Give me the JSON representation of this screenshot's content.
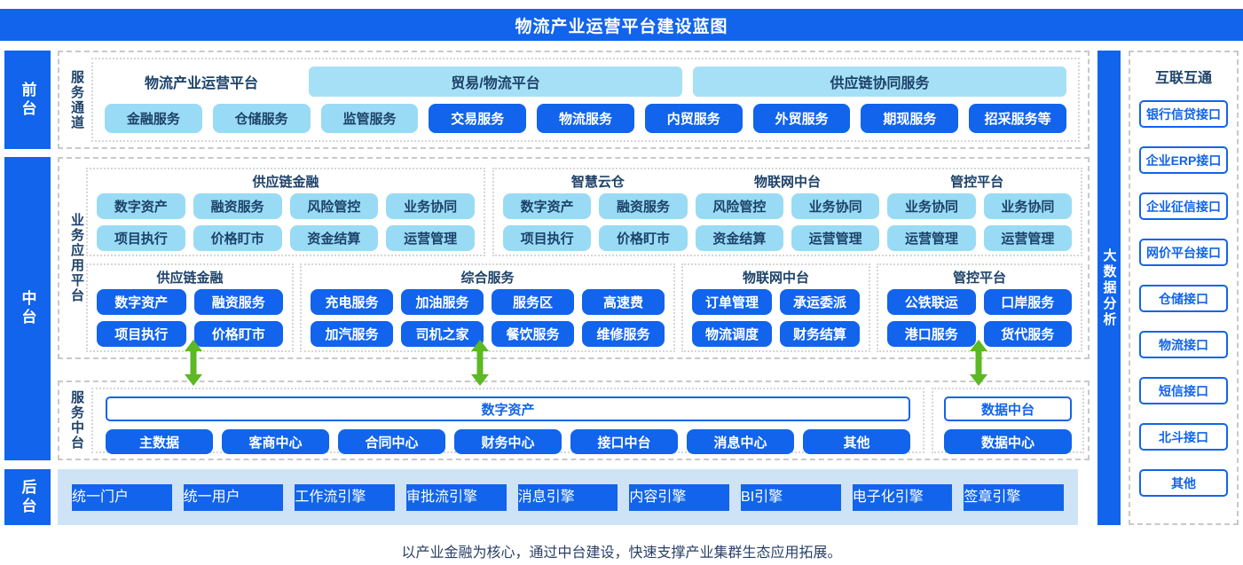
{
  "title": "物流产业运营平台建设蓝图",
  "footer": "以产业金融为核心，通过中台建设，快速支撑产业集群生态应用拓展。",
  "colors": {
    "primary_blue": "#1164eb",
    "light_blue_chip": "#99dbf5",
    "light_blue_bar": "#a6e0f6",
    "navy_text": "#1d4269",
    "backend_band": "#cfe3f7",
    "green_arrow": "#5cb823"
  },
  "left_rail": {
    "front": "前台",
    "middle": "中台",
    "back": "后台"
  },
  "front_section": {
    "label": "服务通道",
    "row1": [
      {
        "text": "物流产业运营平台",
        "style": "plain"
      },
      {
        "text": "贸易/物流平台",
        "style": "bar"
      },
      {
        "text": "供应链协同服务",
        "style": "bar"
      }
    ],
    "row2": [
      {
        "text": "金融服务",
        "style": "light"
      },
      {
        "text": "仓储服务",
        "style": "light"
      },
      {
        "text": "监管服务",
        "style": "light"
      },
      {
        "text": "交易服务",
        "style": "dark"
      },
      {
        "text": "物流服务",
        "style": "dark"
      },
      {
        "text": "内贸服务",
        "style": "dark"
      },
      {
        "text": "外贸服务",
        "style": "dark"
      },
      {
        "text": "期现服务",
        "style": "dark"
      },
      {
        "text": "招采服务等",
        "style": "dark"
      }
    ]
  },
  "business_section": {
    "label": "业务应用平台",
    "row1_groups": [
      {
        "headers": [
          "供应链金融"
        ],
        "rows": [
          [
            "数字资产",
            "融资服务",
            "风险管控",
            "业务协同"
          ],
          [
            "项目执行",
            "价格盯市",
            "资金结算",
            "运营管理"
          ]
        ]
      },
      {
        "headers": [
          "智慧云仓",
          "物联网中台",
          "管控平台"
        ],
        "rows": [
          [
            "数字资产",
            "融资服务",
            "风险管控",
            "业务协同",
            "业务协同",
            "业务协同"
          ],
          [
            "项目执行",
            "价格盯市",
            "资金结算",
            "运营管理",
            "运营管理",
            "运营管理"
          ]
        ]
      }
    ],
    "row2_groups": [
      {
        "header": "供应链金融",
        "rows": [
          [
            "数字资产",
            "融资服务"
          ],
          [
            "项目执行",
            "价格盯市"
          ]
        ]
      },
      {
        "header": "综合服务",
        "rows": [
          [
            "充电服务",
            "加油服务",
            "服务区",
            "高速费"
          ],
          [
            "加汽服务",
            "司机之家",
            "餐饮服务",
            "维修服务"
          ]
        ]
      },
      {
        "header": "物联网中台",
        "rows": [
          [
            "订单管理",
            "承运委派"
          ],
          [
            "物流调度",
            "财务结算"
          ]
        ]
      },
      {
        "header": "管控平台",
        "rows": [
          [
            "公铁联运",
            "口岸服务"
          ],
          [
            "港口服务",
            "货代服务"
          ]
        ]
      }
    ]
  },
  "service_mid_section": {
    "label": "服务中台",
    "wide_box": "数字资产",
    "buttons": [
      "主数据",
      "客商中心",
      "合同中心",
      "财务中心",
      "接口中台",
      "消息中心",
      "其他"
    ],
    "data_group": {
      "outlined": "数据中台",
      "button": "数据中心"
    }
  },
  "backend_section": {
    "buttons": [
      "统一门户",
      "统一用户",
      "工作流引擎",
      "审批流引擎",
      "消息引擎",
      "内容引擎",
      "BI引擎",
      "电子化引擎",
      "签章引擎"
    ]
  },
  "right_rail": {
    "label": "大数据分析"
  },
  "interconnect": {
    "header": "互联互通",
    "items": [
      "银行信贷接口",
      "企业ERP接口",
      "企业征信接口",
      "网价平台接口",
      "仓储接口",
      "物流接口",
      "短信接口",
      "北斗接口",
      "其他"
    ]
  }
}
